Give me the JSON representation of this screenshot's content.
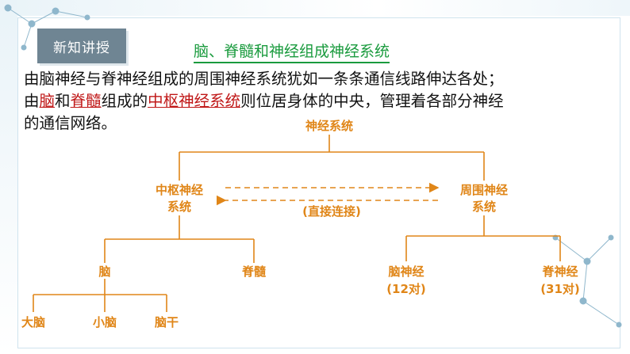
{
  "header": {
    "badge": "新知讲授",
    "title": "脑、脊髓和神经组成神经系统"
  },
  "paragraph": {
    "line1": "由脑神经与脊神经组成的周围神经系统犹如一条条通信线路伸达各处；",
    "l2_a": "由",
    "l2_brain": "脑",
    "l2_and": "和",
    "l2_spinal": "脊髓",
    "l2_composed": "组成的",
    "l2_cns": "中枢神经系统",
    "l2_rest": "则位居身体的中央，管理着各部分神经",
    "line3": "的通信网络。"
  },
  "diagram": {
    "root": "神经系统",
    "cns_1": "中枢神经",
    "cns_2": "系统",
    "pns_1": "周围神经",
    "pns_2": "系统",
    "link_label": "(直接连接)",
    "brain": "脑",
    "spinal": "脊髓",
    "cranial": "脑神经",
    "cranial_count": "(12对)",
    "spinal_nerve": "脊神经",
    "spinal_nerve_count": "(31对)",
    "cerebrum": "大脑",
    "cerebellum": "小脑",
    "brainstem": "脑干"
  },
  "colors": {
    "node": "#e08618",
    "title": "#1a9b3e",
    "highlight": "#c01818"
  }
}
